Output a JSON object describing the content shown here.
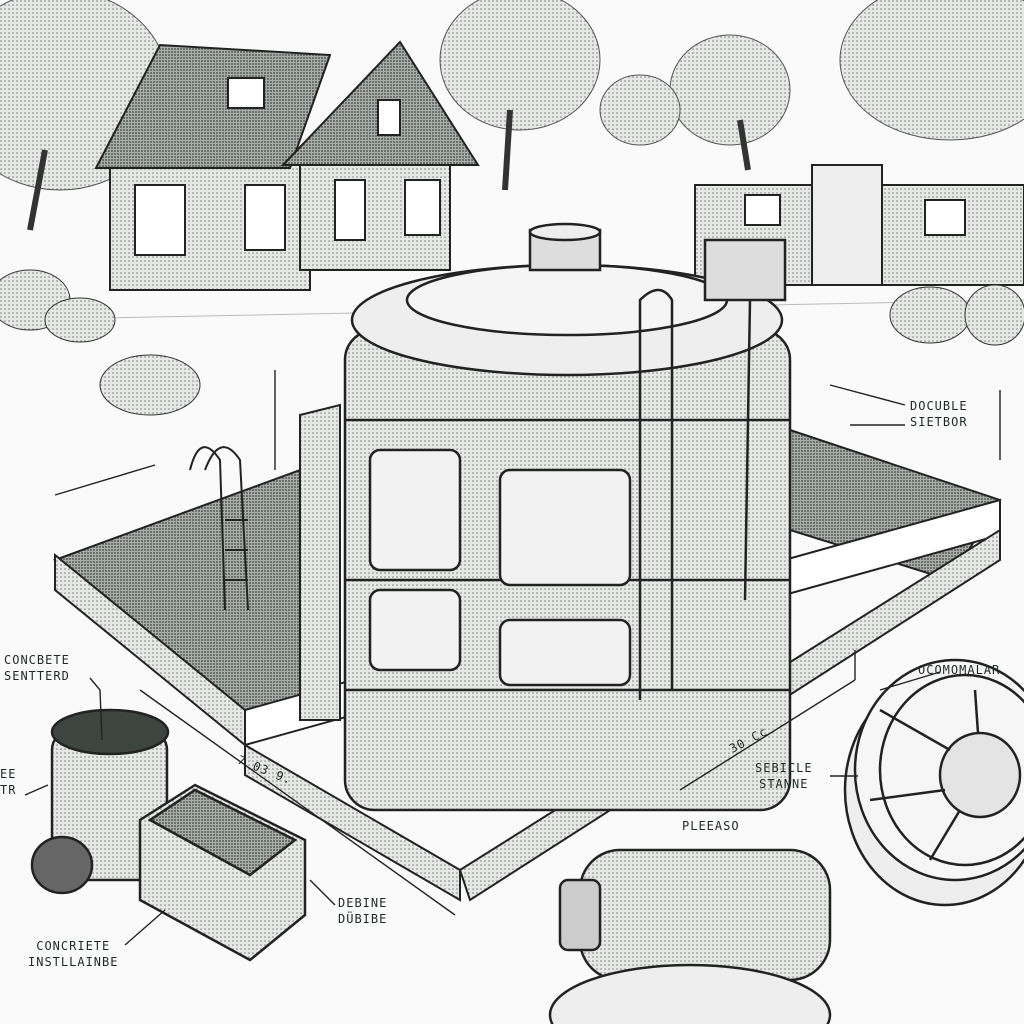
{
  "labels": {
    "top_right": {
      "line1": "DOCUBLE",
      "line2": "SIETBOR"
    },
    "right_lid": "OCOMOMALAR",
    "right_mid": {
      "line1": "SEBICLE",
      "line2": "STANNE"
    },
    "bottom_center": "PLEEASO",
    "left_top": {
      "line1": "CONCBETE",
      "line2": "SENTTERD"
    },
    "left_edge": {
      "line1": "EE",
      "line2": "TR"
    },
    "dimension_left": "7 03 9.",
    "dimension_right": "30 Cc",
    "bottom_mid": {
      "line1": "DEBINE",
      "line2": "DÜBIBE"
    },
    "bottom_left": {
      "line1": "CONCRIETE",
      "line2": "INSTLLAINBE"
    }
  },
  "colors": {
    "ink": "#1f2a26",
    "shade": "#9aa09c",
    "light": "#d9dcd9"
  }
}
